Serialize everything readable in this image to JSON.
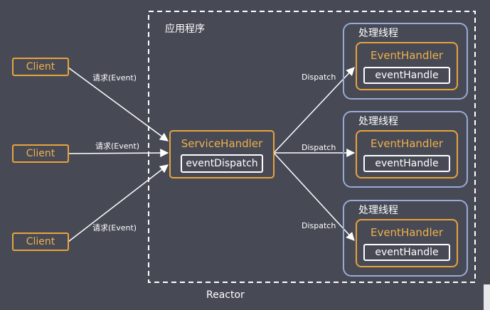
{
  "app_label": "应用程序",
  "reactor_label": "Reactor",
  "clients": [
    {
      "label": "Client",
      "request": "请求(Event)"
    },
    {
      "label": "Client",
      "request": "请求(Event)"
    },
    {
      "label": "Client",
      "request": "请求(Event)"
    }
  ],
  "service_handler": {
    "title": "ServiceHandler",
    "method": "eventDispatch"
  },
  "threads": [
    {
      "label": "处理线程",
      "dispatch": "Dispatch",
      "handler": "EventHandler",
      "method": "eventHandle"
    },
    {
      "label": "处理线程",
      "dispatch": "Dispatch",
      "handler": "EventHandler",
      "method": "eventHandle"
    },
    {
      "label": "处理线程",
      "dispatch": "Dispatch",
      "handler": "EventHandler",
      "method": "eventHandle"
    }
  ],
  "colors": {
    "background": "#474a55",
    "accent_orange": "#e8a33c",
    "thread_border": "#9aaad6",
    "line": "#ffffff"
  }
}
